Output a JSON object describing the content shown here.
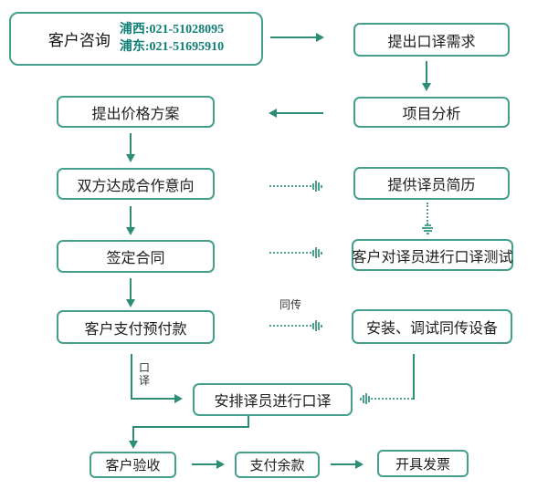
{
  "flow": {
    "nodes": {
      "consult": {
        "label": "客户咨询",
        "phone1": "浦西:021-51028095",
        "phone2": "浦东:021-51695910"
      },
      "need": {
        "label": "提出口译需求"
      },
      "analysis": {
        "label": "项目分析"
      },
      "price": {
        "label": "提出价格方案"
      },
      "intent": {
        "label": "双方达成合作意向"
      },
      "resume": {
        "label": "提供译员简历"
      },
      "contract": {
        "label": "签定合同"
      },
      "test": {
        "label": "客户对译员进行口译测试"
      },
      "prepay": {
        "label": "客户支付预付款"
      },
      "equipment": {
        "label": "安装、调试同传设备"
      },
      "arrange": {
        "label": "安排译员进行口译"
      },
      "accept": {
        "label": "客户验收"
      },
      "balance": {
        "label": "支付余款"
      },
      "invoice": {
        "label": "开具发票"
      }
    },
    "edge_labels": {
      "simultaneous": "同传",
      "interpret": "口译"
    },
    "colors": {
      "box_border": "#44a08c",
      "solid_arrow": "#2d8e75",
      "dotted_arrow": "#4da191",
      "phone_text": "#0e7d74",
      "node_text": "#1d1d1d"
    }
  }
}
